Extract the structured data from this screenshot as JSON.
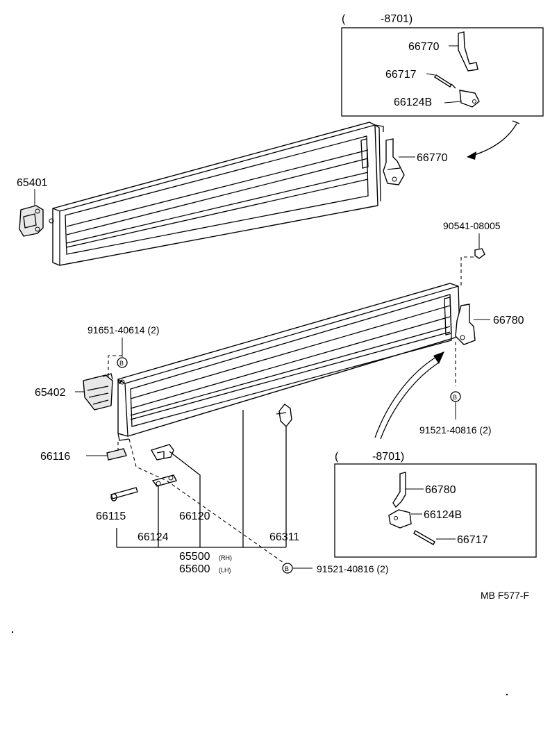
{
  "diagram_code": "MB F577-F",
  "insets": {
    "top": {
      "header_open": "(",
      "header_range": "-8701)",
      "labels": [
        "66770",
        "66717",
        "66124B"
      ]
    },
    "bottom": {
      "header_open": "(",
      "header_range": "-8701)",
      "labels": [
        "66780",
        "66124B",
        "66717"
      ]
    }
  },
  "parts": {
    "p66770": "66770",
    "p65401": "65401",
    "p90541": "90541-08005",
    "p66780": "66780",
    "p91651": "91651-40614 (2)",
    "p65402": "65402",
    "p91521_right": "91521-40816 (2)",
    "p66116": "66116",
    "p66115": "66115",
    "p66120": "66120",
    "p66124": "66124",
    "p66311": "66311",
    "p65500": "65500",
    "p65500_side": "(RH)",
    "p65600": "65600",
    "p65600_side": "(LH)",
    "p91521_bottom": "91521-40816 (2)"
  },
  "bolt_marker": "B"
}
